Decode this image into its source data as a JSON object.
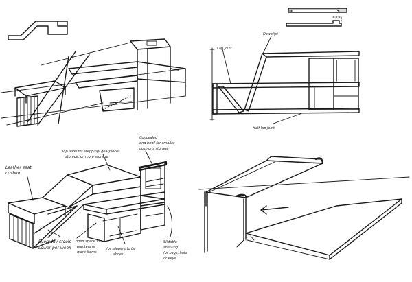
{
  "sheet": {
    "tr": {
      "dowel": "Dowel(s)",
      "lap_joint": "Lap joint",
      "half_lap": "Half-lap joint"
    },
    "bl": {
      "leather_1": "Leather seat",
      "leather_2": "cushion",
      "top_1": "Top level for stepping/ gearpieces",
      "top_2": "storage, or more storage",
      "con_1": "Concealed",
      "con_2": "end bowl for smaller",
      "con_3": "cushions storage",
      "ev_1": "Everyday stools",
      "ev_2": "Lower per week",
      "op_1": "open space for",
      "op_2": "planters or",
      "op_3": "more items",
      "sl_1": "for slippers to be",
      "sl_2": "shoes",
      "sd_1": "Slidable",
      "sd_2": "shelving",
      "sd_3": "for bags, hats",
      "sd_4": "or keys"
    }
  }
}
